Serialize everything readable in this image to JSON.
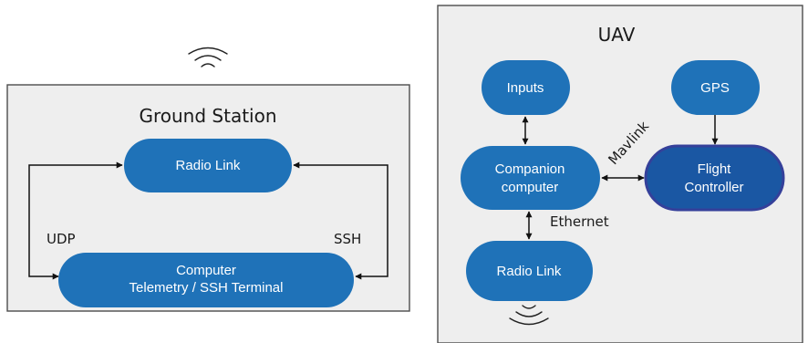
{
  "ground_station": {
    "title": "Ground Station",
    "radio_link": "Radio Link",
    "computer_line1": "Computer",
    "computer_line2": "Telemetry / SSH Terminal",
    "udp_label": "UDP",
    "ssh_label": "SSH"
  },
  "uav": {
    "title": "UAV",
    "inputs": "Inputs",
    "gps": "GPS",
    "companion_line1": "Companion",
    "companion_line2": "computer",
    "flight_controller_line1": "Flight",
    "flight_controller_line2": "Controller",
    "radio_link": "Radio Link",
    "mavlink_label": "Mavlink",
    "ethernet_label": "Ethernet"
  },
  "icons": {
    "ground_wireless": "wireless-signal-icon",
    "uav_wireless": "wireless-signal-icon"
  },
  "colors": {
    "node_fill": "#1f72b8",
    "flight_controller_fill": "#1a57a3",
    "panel_fill": "#eeeeee"
  }
}
